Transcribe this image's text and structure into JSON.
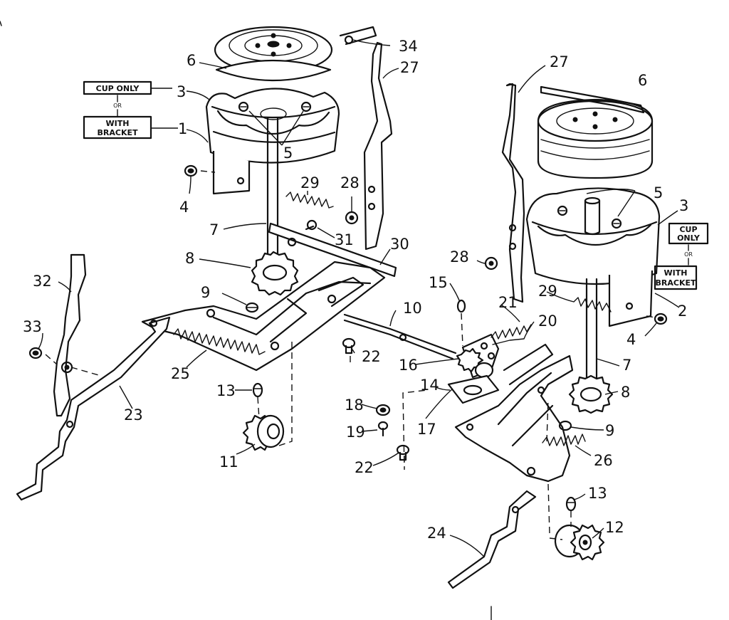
{
  "notes": {
    "left": {
      "top": "CUP ONLY",
      "or": "OR",
      "bottom_line1": "WITH",
      "bottom_line2": "BRACKET"
    },
    "right": {
      "top_line1": "CUP",
      "top_line2": "ONLY",
      "or": "OR",
      "bottom_line1": "WITH",
      "bottom_line2": "BRACKET"
    }
  },
  "callouts": [
    "34",
    "27",
    "6",
    "3",
    "1",
    "5",
    "4",
    "29",
    "28",
    "7",
    "31",
    "30",
    "8",
    "32",
    "9",
    "33",
    "10",
    "22",
    "25",
    "13",
    "23",
    "11",
    "27",
    "6",
    "5",
    "3",
    "28",
    "2",
    "29",
    "15",
    "21",
    "20",
    "4",
    "16",
    "7",
    "14",
    "8",
    "18",
    "17",
    "19",
    "9",
    "22",
    "26",
    "13",
    "12",
    "24"
  ]
}
